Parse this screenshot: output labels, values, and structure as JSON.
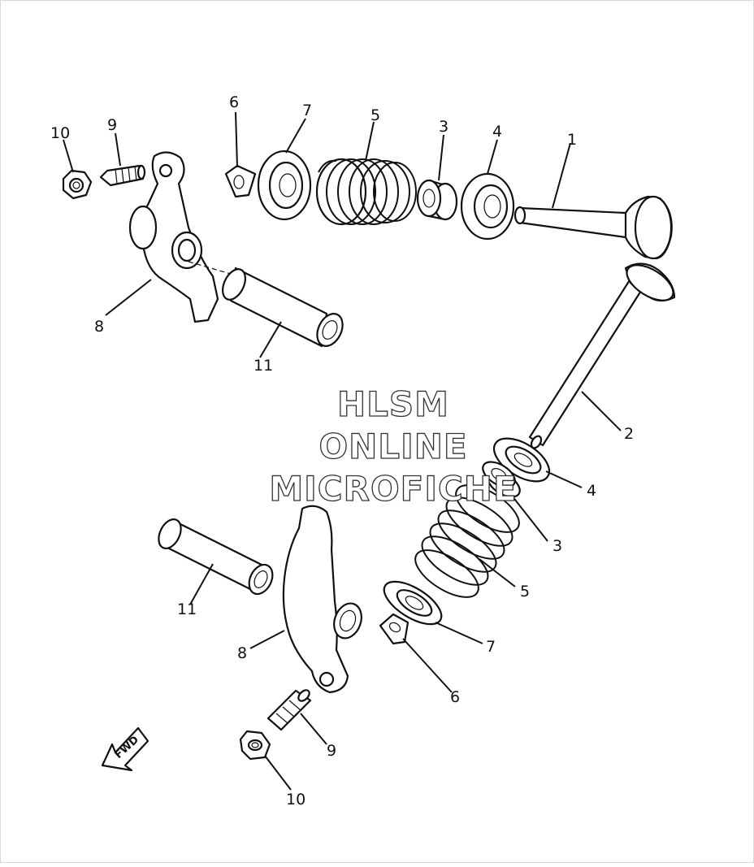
{
  "watermark": {
    "line1": "HLSM",
    "line2": "ONLINE",
    "line3": "MICROFICHE"
  },
  "direction_indicator": "FWD",
  "callouts": {
    "upper": [
      "10",
      "9",
      "8",
      "11",
      "6",
      "7",
      "5",
      "3",
      "4",
      "1"
    ],
    "lower": [
      "2",
      "4",
      "3",
      "5",
      "7",
      "6",
      "11",
      "8",
      "9",
      "10"
    ]
  }
}
